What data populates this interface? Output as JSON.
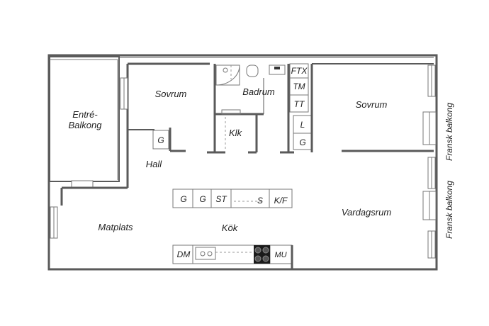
{
  "rooms": {
    "entre_balkong_line1": "Entré-",
    "entre_balkong_line2": "Balkong",
    "sovrum_left": "Sovrum",
    "badrum": "Badrum",
    "sovrum_right": "Sovrum",
    "klk": "Klk",
    "hall": "Hall",
    "matplats": "Matplats",
    "kok": "Kök",
    "vardagsrum": "Vardagsrum"
  },
  "fixtures": {
    "ftx": "FTX",
    "tm": "TM",
    "tt": "TT",
    "l": "L",
    "g_bath": "G",
    "g_hall": "G",
    "island_g1": "G",
    "island_g2": "G",
    "island_st": "ST",
    "island_s": "S",
    "island_kf": "K/F",
    "dm": "DM",
    "mu": "MU"
  },
  "balconies": {
    "upper": "Fransk balkong",
    "lower": "Fransk balkong"
  },
  "colors": {
    "wall": "#5a5a5a",
    "text": "#222222",
    "background": "#ffffff"
  }
}
